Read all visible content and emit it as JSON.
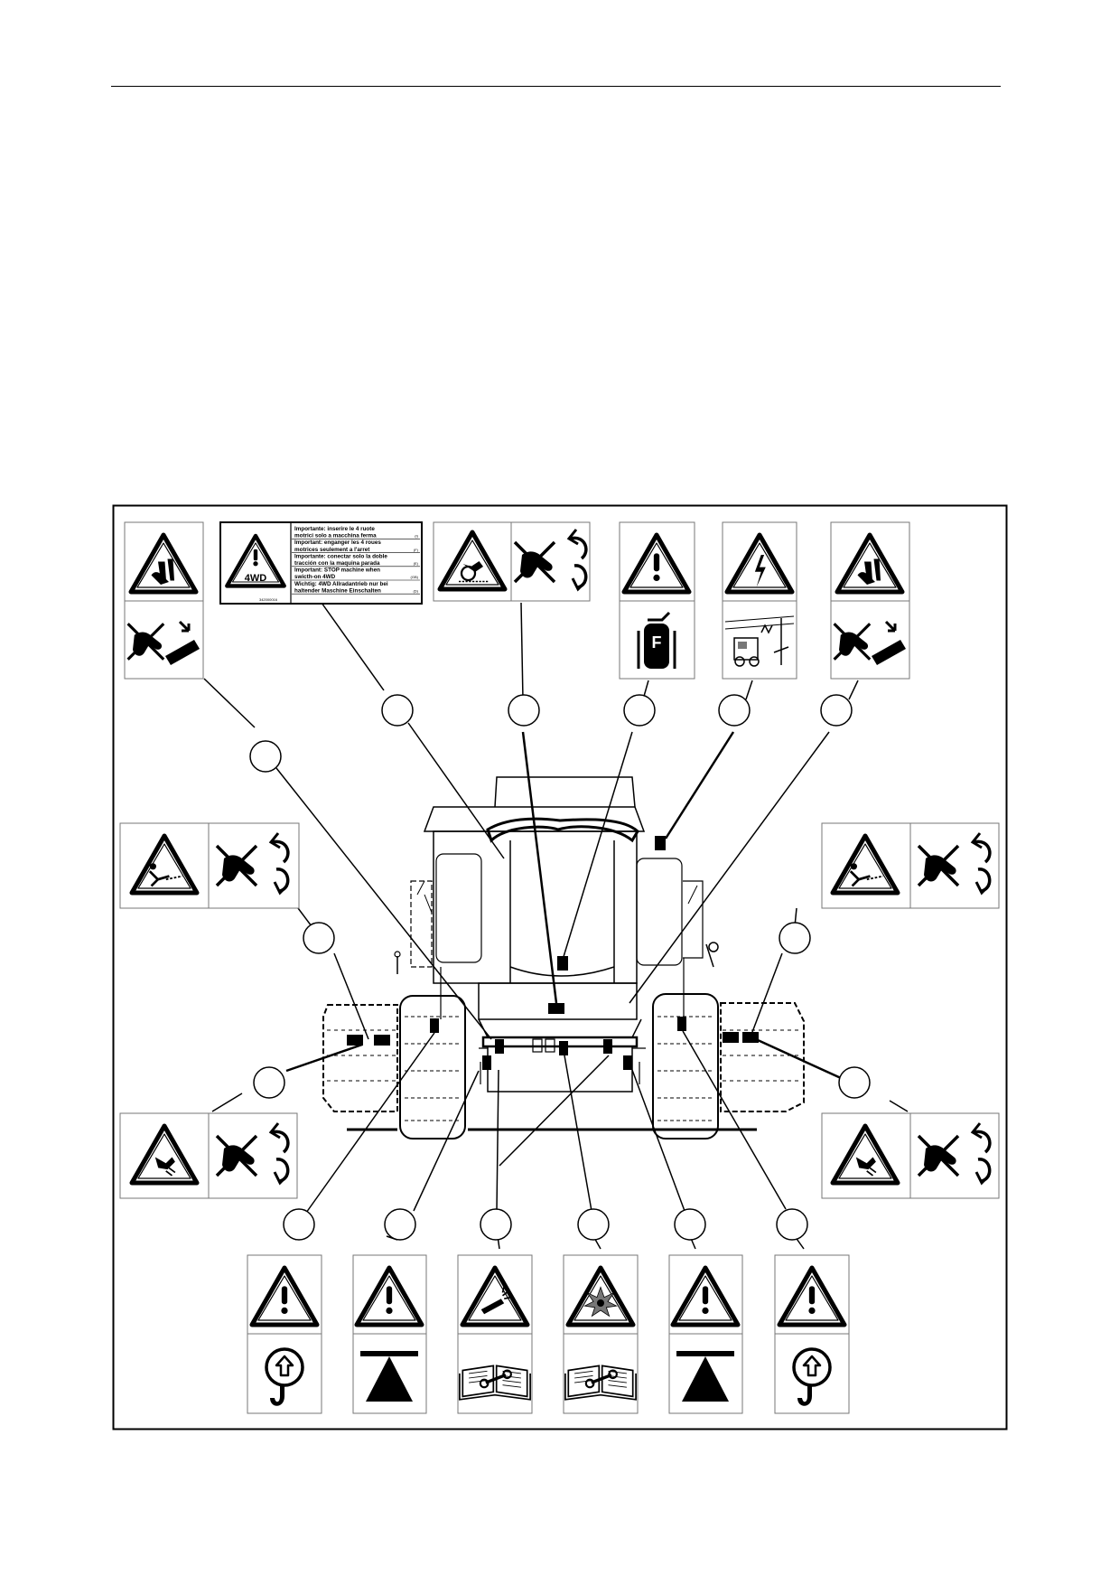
{
  "page": {
    "has_top_rule": true
  },
  "four_wd_decal": {
    "symbol_text": "4WD",
    "lines": [
      {
        "text": "Importante: inserire le 4 ruote",
        "lang": ""
      },
      {
        "text": "motrici solo a macchina ferma",
        "lang": "(I)"
      },
      {
        "text": "Important: enganger les 4 roues",
        "lang": ""
      },
      {
        "text": "motrices seulement a l'arret",
        "lang": "(F)"
      },
      {
        "text": "Importante: conectar solo la doble",
        "lang": ""
      },
      {
        "text": "tracción con la maquina parada",
        "lang": "(E)"
      },
      {
        "text": "Important: STOP machine when",
        "lang": ""
      },
      {
        "text": "swicth-on 4WD",
        "lang": "(GB)"
      },
      {
        "text": "Wichtig: 4WD Allradantrieb nur bei",
        "lang": ""
      },
      {
        "text": "haltender Maschine Einschalten",
        "lang": "(D)"
      }
    ],
    "code": "342000016"
  },
  "fire_extinguisher_letter": "F",
  "decals": [
    {
      "id": "tl",
      "symbols": [
        "hand-crush-warning",
        "no-hands-press"
      ]
    },
    {
      "id": "tc",
      "symbols": [
        "entanglement-warning",
        "no-hands-rotating"
      ]
    },
    {
      "id": "t4",
      "symbols": [
        "general-warning",
        "fire-extinguisher"
      ]
    },
    {
      "id": "t5",
      "symbols": [
        "electric-shock-warning",
        "power-lines"
      ]
    },
    {
      "id": "t6",
      "symbols": [
        "hand-crush-warning",
        "no-hands-press"
      ]
    },
    {
      "id": "ml",
      "symbols": [
        "fall-warning",
        "no-hands-rotating"
      ]
    },
    {
      "id": "mr",
      "symbols": [
        "fall-warning",
        "no-hands-rotating"
      ]
    },
    {
      "id": "ll",
      "symbols": [
        "cutting-warning",
        "no-hands-rotating"
      ]
    },
    {
      "id": "lr",
      "symbols": [
        "cutting-warning",
        "no-hands-rotating"
      ]
    },
    {
      "id": "b1",
      "symbols": [
        "general-warning",
        "lifting-hook"
      ]
    },
    {
      "id": "b2",
      "symbols": [
        "general-warning",
        "jack-point"
      ]
    },
    {
      "id": "b3",
      "symbols": [
        "hot-fluid-warning",
        "read-manual"
      ]
    },
    {
      "id": "b4",
      "symbols": [
        "explosion-warning",
        "read-manual"
      ]
    },
    {
      "id": "b5",
      "symbols": [
        "general-warning",
        "jack-point"
      ]
    },
    {
      "id": "b6",
      "symbols": [
        "general-warning",
        "lifting-hook"
      ]
    }
  ],
  "colors": {
    "ink": "#000000",
    "paper": "#ffffff",
    "icon_fill": "#777777"
  }
}
